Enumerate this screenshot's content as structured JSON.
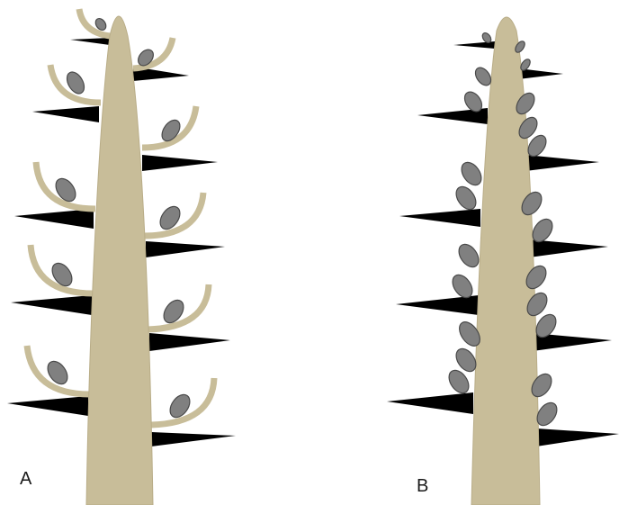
{
  "colors": {
    "stem": "#c8bd99",
    "stem_stroke": "#b9ad88",
    "leaf": "#000000",
    "organ_fill": "#808080",
    "organ_stroke": "#4a4a4a",
    "background": "#ffffff"
  },
  "panels": [
    {
      "id": "A",
      "label": "A"
    },
    {
      "id": "B",
      "label": "B"
    }
  ]
}
